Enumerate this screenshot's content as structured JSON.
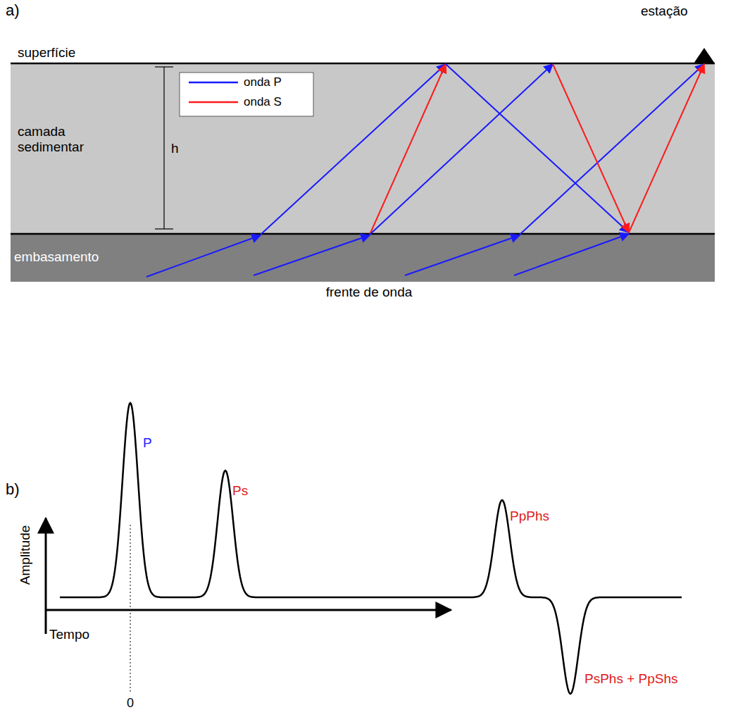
{
  "diagram": {
    "nodes": [
      {
        "text": [
          "camada sedimentar"
        ]
      },
      {
        "text": [
          "embasamento"
        ]
      }
    ],
    "labels": [
      "a)",
      "superfície",
      "estação",
      "h",
      "frente de onda",
      "b)",
      "P",
      "Ps",
      "PpPhs",
      "PsPhs + PpShs",
      "Amplitude",
      "Tempo",
      "0"
    ],
    "legend": [
      {
        "text": "onda P"
      },
      {
        "text": "onda S"
      }
    ]
  }
}
